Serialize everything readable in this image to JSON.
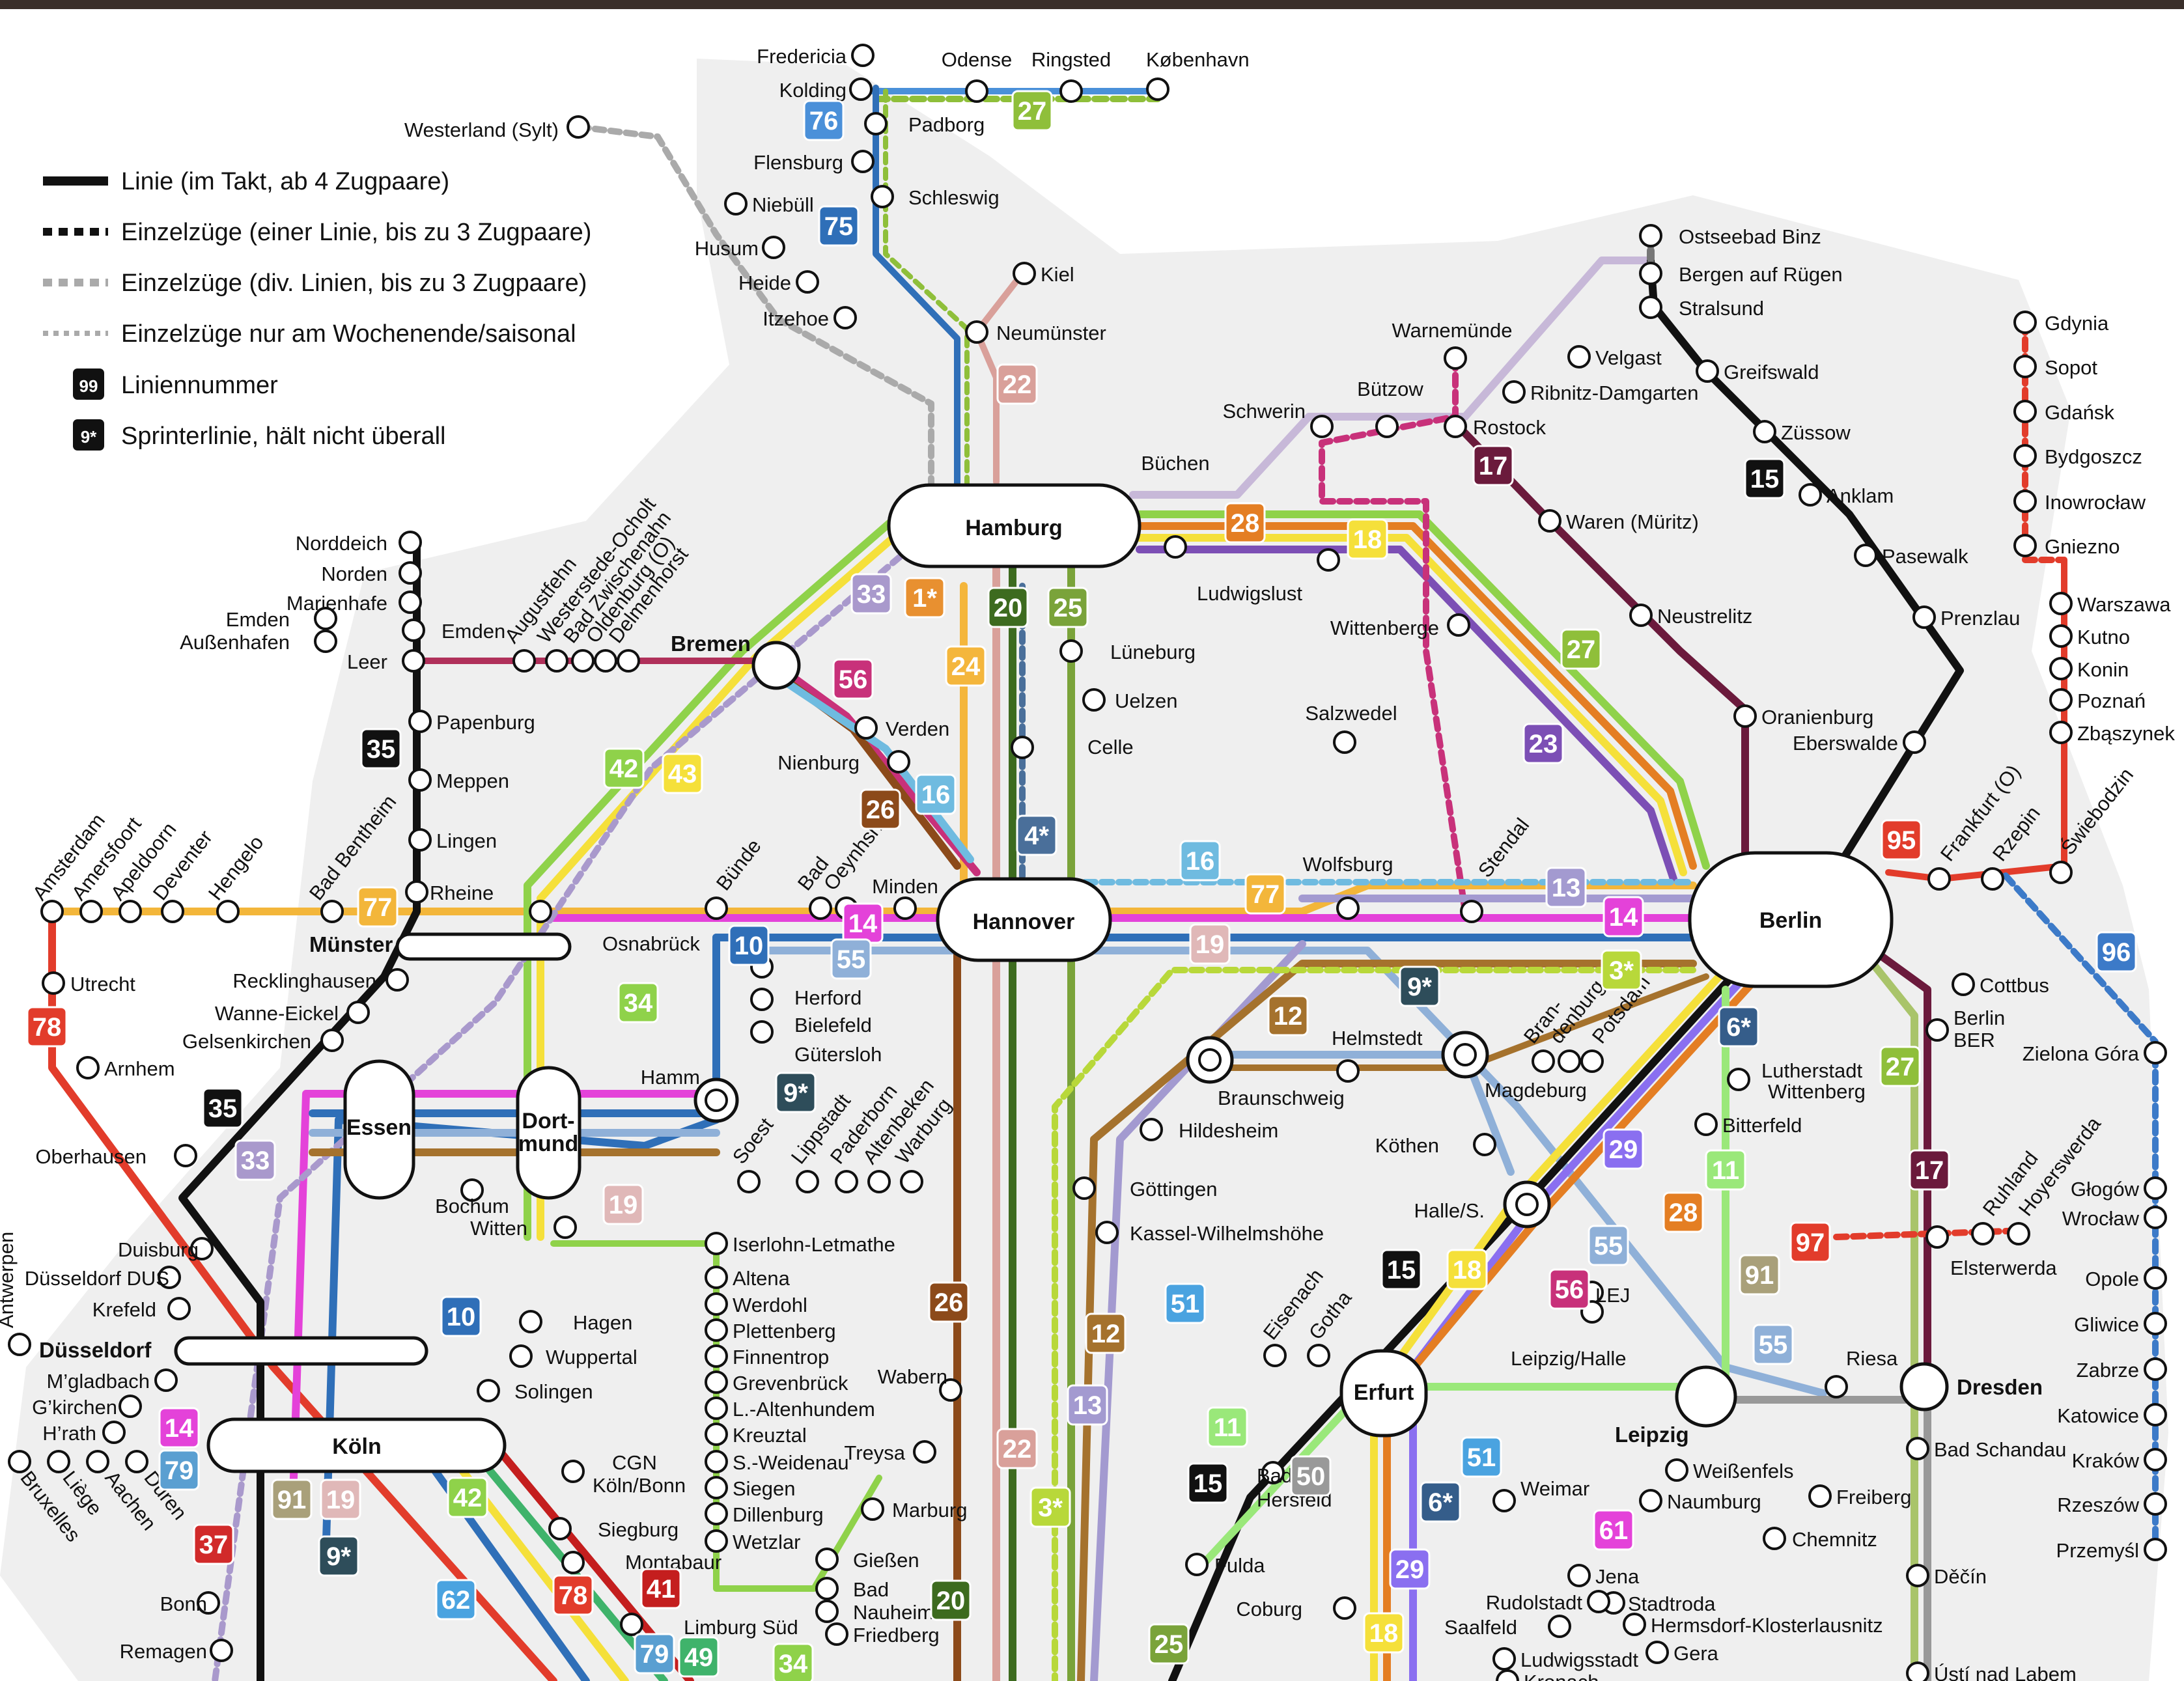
{
  "colors": {
    "l76": "#4a90d9",
    "l27": "#8fbf3a",
    "l75": "#2f6fb8",
    "l22": "#d9a09a",
    "l24": "#f4b63c",
    "l20": "#3d6b1f",
    "l25": "#7aa33a",
    "l28": "#e47e23",
    "l18": "#f5e03a",
    "l23": "#7c4fb5",
    "l17": "#6b1a3c",
    "l15": "#111111",
    "l95": "#e23c2b",
    "l96": "#3c7ac8",
    "l78": "#e23c2b",
    "l77": "#f3b63a",
    "l35": "#111111",
    "l42": "#8fd24a",
    "l43": "#f5e03a",
    "l56": "#c8317a",
    "l26": "#8c4a1a",
    "l16": "#6fbbe0",
    "l14": "#e442d9",
    "l10": "#2f6fb8",
    "l55": "#8fb0d8",
    "l13": "#a39ad0",
    "l12": "#a5722d",
    "l19": "#e0b8b8",
    "l11": "#9ae87a",
    "l29": "#8a6ff0",
    "l51": "#4aa3e0",
    "l61": "#e442d9",
    "l50": "#999999",
    "l91": "#a9a07a",
    "l97": "#e23c2b",
    "l62": "#4aa3e0",
    "l41": "#c41e1e",
    "l49": "#3fb36b",
    "l37": "#d12a2a",
    "l34": "#8fd24a",
    "l33": "#a999cc",
    "l9s": "#2e4d5a",
    "l6s": "#355d8a",
    "l4s": "#4a6f9a",
    "l1s": "#e89030",
    "l3s": "#b8d83a",
    "l79": "#5a9fd1",
    "l99": "#111111"
  },
  "legend": {
    "line": "Linie (im Takt, ab 4 Zugpaare)",
    "single_line": "Einzelzüge (einer Linie,  bis zu 3 Zugpaare)",
    "single_div": "Einzelzüge (div. Linien, bis zu 3 Zugpaare)",
    "weekend": "Einzelzüge nur am Wochenende/saisonal",
    "linenum_badge": "99",
    "linenum": "Liniennummer",
    "sprinter_badge": "9*",
    "sprinter": "Sprinterlinie, hält nicht überall"
  },
  "hubs": {
    "hamburg": "Hamburg",
    "hannover": "Hannover",
    "berlin": "Berlin",
    "koeln": "Köln",
    "essen": "Essen",
    "dortmund_1": "Dort-",
    "dortmund_2": "mund",
    "erfurt": "Erfurt",
    "leipzig": "Leipzig",
    "dresden": "Dresden",
    "bremen": "Bremen",
    "muenster": "Münster",
    "duesseldorf": "Düsseldorf"
  },
  "stations": {
    "fredericia": "Fredericia",
    "kolding": "Kolding",
    "odense": "Odense",
    "ringsted": "Ringsted",
    "kobenhavn": "København",
    "padborg": "Padborg",
    "westerland": "Westerland (Sylt)",
    "flensburg": "Flensburg",
    "schleswig": "Schleswig",
    "niebuell": "Niebüll",
    "husum": "Husum",
    "heide": "Heide",
    "itzehoe": "Itzehoe",
    "kiel": "Kiel",
    "neumuenster": "Neumünster",
    "binz": "Ostseebad Binz",
    "bergen": "Bergen auf Rügen",
    "stralsund": "Stralsund",
    "greifswald": "Greifswald",
    "zuessow": "Züssow",
    "anklam": "Anklam",
    "pasewalk": "Pasewalk",
    "prenzlau": "Prenzlau",
    "warnemuende": "Warnemünde",
    "velgast": "Velgast",
    "ribnitz": "Ribnitz-Damgarten",
    "rostock": "Rostock",
    "buetzow": "Bützow",
    "schwerin": "Schwerin",
    "waren": "Waren (Müritz)",
    "neustrelitz": "Neustrelitz",
    "oranienburg": "Oranienburg",
    "eberswalde": "Eberswalde",
    "buechen": "Büchen",
    "ludwigslust": "Ludwigslust",
    "wittenberge": "Wittenberge",
    "norddeich": "Norddeich",
    "norden": "Norden",
    "marienhafe": "Marienhafe",
    "emden_ah1": "Emden",
    "emden_ah2": "Außenhafen",
    "emden": "Emden",
    "leer": "Leer",
    "augustfehn": "Augustfehn",
    "westerstede": "Westerstede-Ocholt",
    "zwischenahn": "Bad Zwischenahn",
    "oldenburg": "Oldenburg (O)",
    "delmenhorst": "Delmenhorst",
    "papenburg": "Papenburg",
    "meppen": "Meppen",
    "lingen": "Lingen",
    "rheine": "Rheine",
    "osnabrueck": "Osnabrück",
    "bentheim": "Bad Bentheim",
    "hengelo": "Hengelo",
    "deventer": "Deventer",
    "apeldoorn": "Apeldoorn",
    "amersfoort": "Amersfoort",
    "amsterdam": "Amsterdam",
    "utrecht": "Utrecht",
    "arnhem": "Arnhem",
    "lueneburg": "Lüneburg",
    "uelzen": "Uelzen",
    "celle": "Celle",
    "verden": "Verden",
    "nienburg": "Nienburg",
    "salzwedel": "Salzwedel",
    "stendal": "Stendal",
    "wolfsburg": "Wolfsburg",
    "buende": "Bünde",
    "oeynhausen_1": "Bad",
    "oeynhausen_2": "Oeynhsn.",
    "minden": "Minden",
    "herford": "Herford",
    "bielefeld": "Bielefeld",
    "guetersloh": "Gütersloh",
    "hamm": "Hamm",
    "soest": "Soest",
    "lippstadt": "Lippstadt",
    "paderborn": "Paderborn",
    "altenbeken": "Altenbeken",
    "warburg": "Warburg",
    "recklinghausen": "Recklinghausen",
    "wanne": "Wanne-Eickel",
    "gelsenkirchen": "Gelsenkirchen",
    "oberhausen": "Oberhausen",
    "duisburg": "Duisburg",
    "dus_airport": "Düsseldorf DUS",
    "krefeld": "Krefeld",
    "bochum": "Bochum",
    "witten": "Witten",
    "hagen": "Hagen",
    "wuppertal": "Wuppertal",
    "solingen": "Solingen",
    "mgladbach": "M’gladbach",
    "gkirchen": "G’kirchen",
    "hrath": "H’rath",
    "antwerpen": "Antwerpen",
    "bruxelles": "Bruxelles",
    "liege": "Liège",
    "aachen": "Aachen",
    "dueren": "Düren",
    "cgn_1": "CGN",
    "cgn_2": "Köln/Bonn",
    "siegburg": "Siegburg",
    "montabaur": "Montabaur",
    "limburg": "Limburg Süd",
    "bonn": "Bonn",
    "remagen": "Remagen",
    "iserlohn": "Iserlohn-Letmathe",
    "altena": "Altena",
    "werdohl": "Werdohl",
    "plettenberg": "Plettenberg",
    "finnentrop": "Finnentrop",
    "grevenbrueck": "Grevenbrück",
    "laltenhundem": "L.-Altenhundem",
    "kreuztal": "Kreuztal",
    "sweidenau": "S.-Weidenau",
    "siegen": "Siegen",
    "dillenburg": "Dillenburg",
    "wetzlar": "Wetzlar",
    "giessen": "Gießen",
    "nauheim_1": "Bad",
    "nauheim_2": "Nauheim",
    "friedberg": "Friedberg",
    "marburg": "Marburg",
    "treysa": "Treysa",
    "wabern": "Wabern",
    "goettingen": "Göttingen",
    "kassel": "Kassel-Wilhelmshöhe",
    "hildesheim": "Hildesheim",
    "braunschweig": "Braunschweig",
    "helmstedt": "Helmstedt",
    "magdeburg": "Magdeburg",
    "brandenburg_1": "Bran-",
    "brandenburg_2": "denburg",
    "potsdam": "Potsdam",
    "koethen": "Köthen",
    "halle": "Halle/S.",
    "lej_1": "LEJ",
    "lej_2": "Leipzig/Halle",
    "lutherstadt_1": "Lutherstadt",
    "lutherstadt_2": "Wittenberg",
    "bitterfeld": "Bitterfeld",
    "cottbus": "Cottbus",
    "ber_1": "Berlin",
    "ber_2": "BER",
    "elsterwerda": "Elsterwerda",
    "ruhland": "Ruhland",
    "hoyerswerda": "Hoyerswerda",
    "riesa": "Riesa",
    "bad_schandau": "Bad Schandau",
    "decin": "Děčín",
    "usti": "Ústí nad Labem",
    "freiberg": "Freiberg",
    "chemnitz": "Chemnitz",
    "weissenfels": "Weißenfels",
    "naumburg": "Naumburg",
    "weimar": "Weimar",
    "jena": "Jena",
    "stadtroda": "Stadtroda",
    "hermsdorf": "Hermsdorf-Klosterlausnitz",
    "gera": "Gera",
    "rudolstadt": "Rudolstadt",
    "saalfeld": "Saalfeld",
    "ludwigsstadt": "Ludwigsstadt",
    "kronach": "Kronach",
    "coburg": "Coburg",
    "eisenach": "Eisenach",
    "gotha": "Gotha",
    "bad_hersfeld_1": "Bad",
    "bad_hersfeld_2": "Hersfeld",
    "fulda": "Fulda",
    "gdynia": "Gdynia",
    "sopot": "Sopot",
    "gdansk": "Gdańsk",
    "bydgoszcz": "Bydgoszcz",
    "inowroclaw": "Inowrocław",
    "gniezno": "Gniezno",
    "warszawa": "Warszawa",
    "kutno": "Kutno",
    "konin": "Konin",
    "poznan": "Poznań",
    "zbaszynek": "Zbąszynek",
    "swiebodzin": "Świebodzin",
    "frankfurt_o": "Frankfurt (O)",
    "rzepin": "Rzepin",
    "zielona": "Zielona Góra",
    "glogow": "Głogów",
    "wroclaw": "Wrocław",
    "opole": "Opole",
    "gliwice": "Gliwice",
    "zabrze": "Zabrze",
    "katowice": "Katowice",
    "krakow": "Kraków",
    "rzeszow": "Rzeszów",
    "przemysl": "Przemyśl"
  },
  "badges": [
    "76",
    "27",
    "75",
    "22",
    "33",
    "1*",
    "20",
    "25",
    "24",
    "28",
    "18",
    "17",
    "15",
    "27",
    "23",
    "56",
    "16",
    "4*",
    "42",
    "43",
    "26",
    "16",
    "77",
    "13",
    "14",
    "95",
    "96",
    "77",
    "35",
    "14",
    "10",
    "55",
    "19",
    "3*",
    "9*",
    "12",
    "6*",
    "34",
    "78",
    "9*",
    "35",
    "33",
    "29",
    "11",
    "27",
    "17",
    "19",
    "28",
    "10",
    "51",
    "26",
    "12",
    "13",
    "15",
    "18",
    "56",
    "55",
    "91",
    "55",
    "97",
    "11",
    "50",
    "15",
    "51",
    "6*",
    "29",
    "61",
    "14",
    "79",
    "91",
    "19",
    "9*",
    "42",
    "37",
    "62",
    "78",
    "41",
    "79",
    "49",
    "3*",
    "22",
    "20",
    "25",
    "34",
    "18"
  ]
}
